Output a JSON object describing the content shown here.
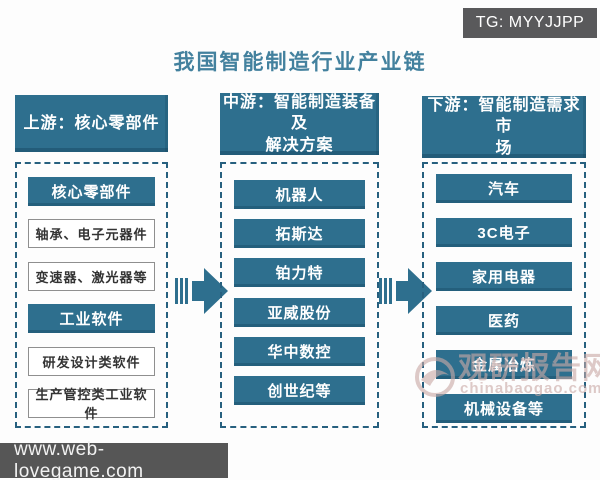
{
  "page": {
    "title": "我国智能制造行业产业链",
    "tg_badge": "TG: MYYJJPP",
    "footer_url": "www.web-lovegame.com"
  },
  "colors": {
    "box_teal": "#2e6f8e",
    "dashed_border": "#27607f",
    "title_text": "#43819e",
    "badge_bg": "#59595b",
    "footer_bg": "#565656",
    "watermark": "#c9a9a7"
  },
  "icons": {
    "flow_arrow": "triple-bar-right-arrow-icon",
    "watermark_logo": "swirl-globe-icon"
  },
  "watermark": {
    "name": "观研报告网",
    "domain": "chinabaogao.com"
  },
  "columns": [
    {
      "header": "上游：核心零部件",
      "items": [
        {
          "label": "核心零部件",
          "style": "solid"
        },
        {
          "label": "轴承、电子元器件",
          "style": "outline"
        },
        {
          "label": "变速器、激光器等",
          "style": "outline"
        },
        {
          "label": "工业软件",
          "style": "solid"
        },
        {
          "label": "研发设计类软件",
          "style": "outline"
        },
        {
          "label": "生产管控类工业软件",
          "style": "outline"
        }
      ]
    },
    {
      "header": "中游：智能制造装备及\n解决方案",
      "items": [
        {
          "label": "机器人",
          "style": "solid"
        },
        {
          "label": "拓斯达",
          "style": "solid"
        },
        {
          "label": "铂力特",
          "style": "solid"
        },
        {
          "label": "亚威股份",
          "style": "solid"
        },
        {
          "label": "华中数控",
          "style": "solid"
        },
        {
          "label": "创世纪等",
          "style": "solid"
        }
      ]
    },
    {
      "header": "下游：智能制造需求市\n场",
      "items": [
        {
          "label": "汽车",
          "style": "solid"
        },
        {
          "label": "3C电子",
          "style": "solid"
        },
        {
          "label": "家用电器",
          "style": "solid"
        },
        {
          "label": "医药",
          "style": "solid"
        },
        {
          "label": "金属冶炼",
          "style": "solid"
        },
        {
          "label": "机械设备等",
          "style": "solid"
        }
      ]
    }
  ]
}
